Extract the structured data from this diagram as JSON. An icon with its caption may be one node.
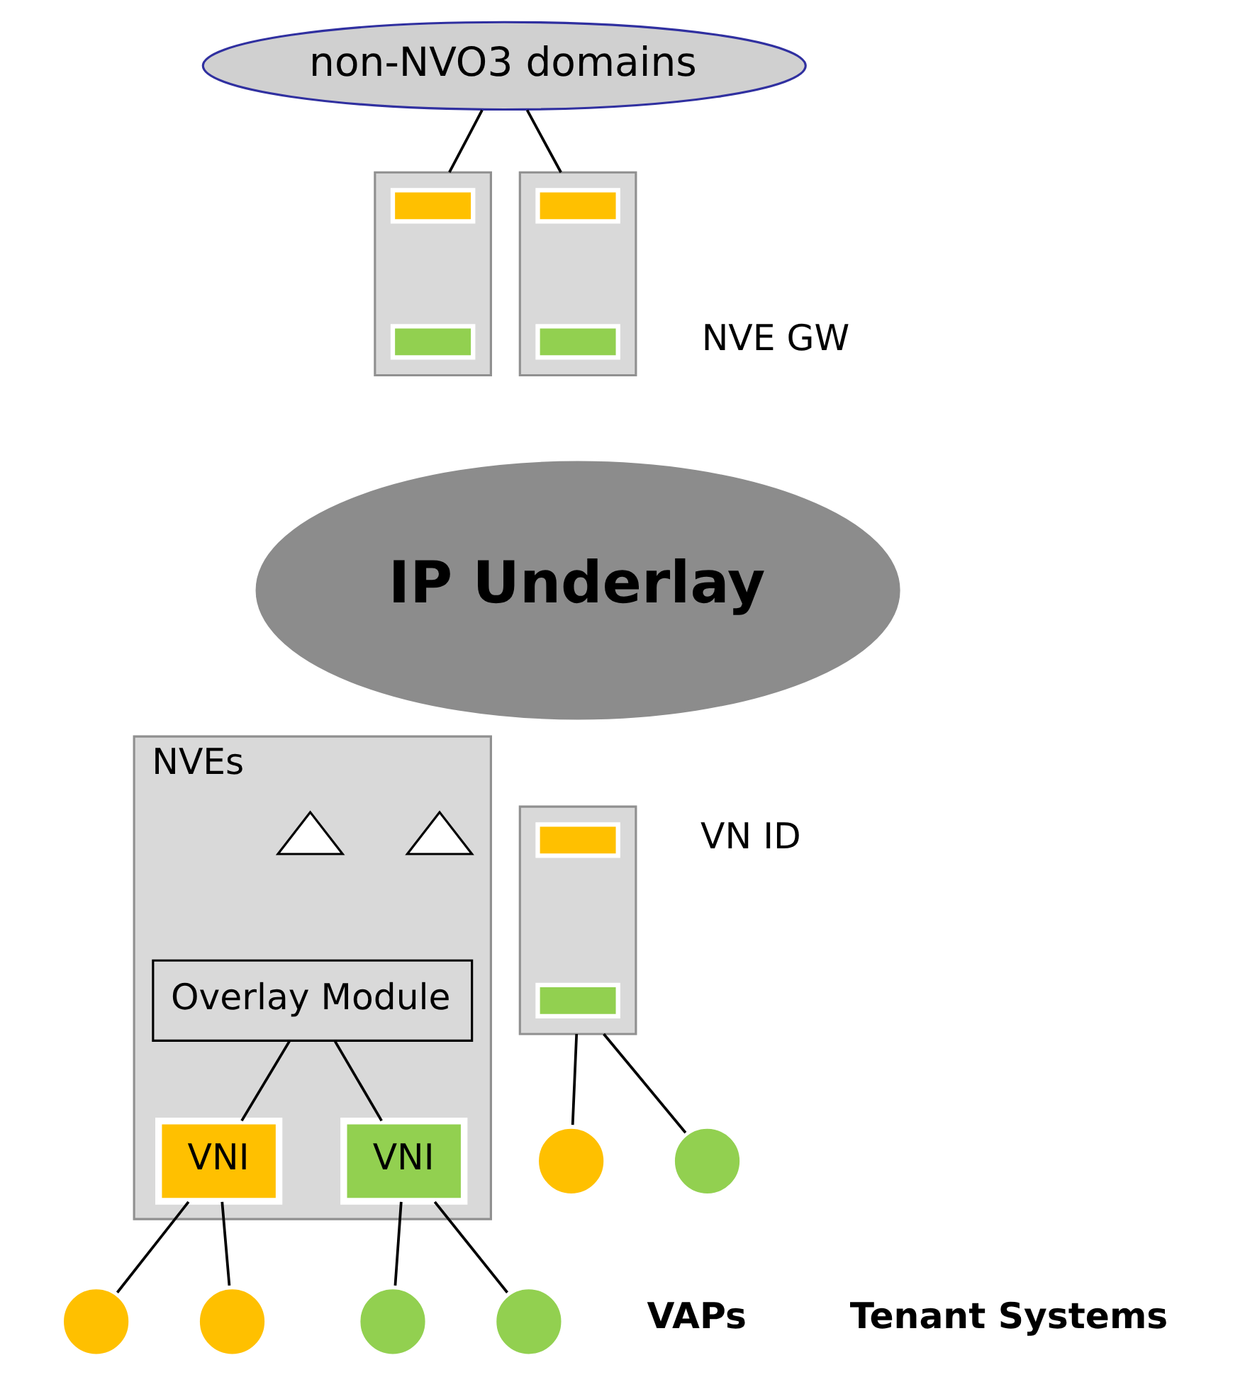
{
  "diagram": {
    "nodes": [
      {
        "text": [
          "non-NVO3 domains"
        ]
      },
      {
        "text": [
          "IP Underlay"
        ]
      },
      {
        "text": [],
        "shape": "box"
      },
      {
        "text": [],
        "shape": "box",
        "in": 2
      },
      {
        "text": [],
        "shape": "box",
        "in": 2
      },
      {
        "text": [],
        "shape": "box"
      },
      {
        "text": [],
        "shape": "box",
        "in": 5
      },
      {
        "text": [],
        "shape": "box",
        "in": 5
      },
      {
        "text": [
          "NVEs"
        ]
      },
      {
        "text": [],
        "shape": "triangle",
        "in": 8
      },
      {
        "text": [],
        "shape": "triangle",
        "in": 8
      },
      {
        "text": [
          "Overlay Module"
        ],
        "in": 8
      },
      {
        "text": [
          "VNI"
        ],
        "in": 8
      },
      {
        "text": [
          "VNI"
        ],
        "in": 8
      },
      {
        "text": [],
        "shape": "circle"
      },
      {
        "text": [],
        "shape": "circle"
      },
      {
        "text": [],
        "shape": "circle"
      },
      {
        "text": [],
        "shape": "circle"
      },
      {
        "text": [],
        "shape": "box"
      },
      {
        "text": [],
        "shape": "box",
        "in": 18
      },
      {
        "text": [],
        "shape": "box",
        "in": 18
      },
      {
        "text": [],
        "shape": "circle"
      },
      {
        "text": [],
        "shape": "circle"
      }
    ],
    "edges": [
      {
        "from": 0,
        "to": 2,
        "arrow": "none"
      },
      {
        "from": 0,
        "to": 5,
        "arrow": "none"
      },
      {
        "from": 11,
        "to": 12,
        "arrow": "none"
      },
      {
        "from": 11,
        "to": 13,
        "arrow": "none"
      },
      {
        "from": 12,
        "to": 14,
        "arrow": "none"
      },
      {
        "from": 12,
        "to": 15,
        "arrow": "none"
      },
      {
        "from": 13,
        "to": 16,
        "arrow": "none"
      },
      {
        "from": 13,
        "to": 17,
        "arrow": "none"
      },
      {
        "from": 18,
        "to": 21,
        "arrow": "none"
      },
      {
        "from": 18,
        "to": 22,
        "arrow": "none"
      }
    ],
    "labels": [
      "NVE GW",
      "VN ID",
      "VAPs",
      "Tenant Systems"
    ]
  }
}
